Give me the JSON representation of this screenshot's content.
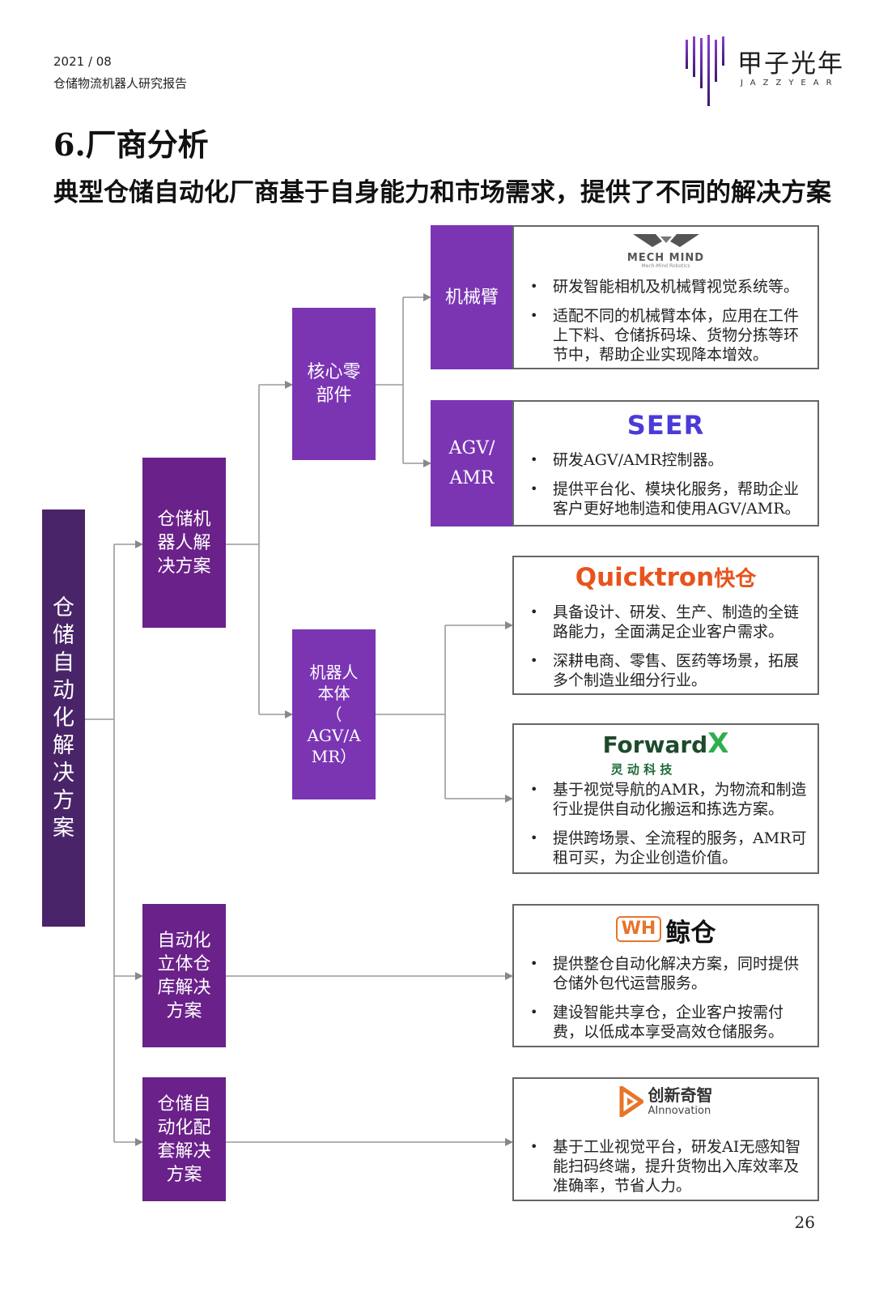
{
  "header": {
    "date": "2021 / 08",
    "report": "仓储物流机器人研究报告"
  },
  "brand": {
    "name_cn": "甲子光年",
    "name_en": "JAZZYEAR"
  },
  "section_title": "6.厂商分析",
  "subtitle": "典型仓储自动化厂商基于自身能力和市场需求，提供了不同的解决方案",
  "tree": {
    "root": "仓储自动化解决方案",
    "robot_solution": "仓储机\n器人解\n决方案",
    "stereo_warehouse": "自动化\n立体仓\n库解决\n方案",
    "supporting": "仓储自\n动化配\n套解决\n方案",
    "core_parts": "核心零\n部件",
    "robot_body": "机器人\n本体\n（\nAGV/A\nMR）",
    "arm": "机械臂",
    "agv": "AGV/\nAMR"
  },
  "vendors": {
    "mechmind": {
      "logo": "MECH MIND",
      "logo_tag": "Mech-Mind Robotics",
      "bullets": [
        "研发智能相机及机械臂视觉系统等。",
        "适配不同的机械臂本体，应用在工件上下料、仓储拆码垛、货物分拣等环节中，帮助企业实现降本增效。"
      ]
    },
    "seer": {
      "logo": "SEER",
      "bullets": [
        "研发AGV/AMR控制器。",
        "提供平台化、模块化服务，帮助企业客户更好地制造和使用AGV/AMR。"
      ]
    },
    "quicktron": {
      "logo_en": "Quicktron",
      "logo_cn": "快仓",
      "bullets": [
        "具备设计、研发、生产、制造的全链路能力，全面满足企业客户需求。",
        "深耕电商、零售、医药等场景，拓展多个制造业细分行业。"
      ]
    },
    "forwardx": {
      "logo_en": "Forward",
      "logo_x": "X",
      "logo_cn": "灵 动 科 技",
      "bullets": [
        "基于视觉导航的AMR，为物流和制造行业提供自动化搬运和拣选方案。",
        "提供跨场景、全流程的服务，AMR可租可买，为企业创造价值。"
      ]
    },
    "whale": {
      "logo_en": "WH",
      "logo_cn": "鲸仓",
      "bullets": [
        "提供整仓自动化解决方案，同时提供仓储外包代运营服务。",
        "建设智能共享仓，企业客户按需付费，以低成本享受高效仓储服务。"
      ]
    },
    "ainnovation": {
      "logo_cn": "创新奇智",
      "logo_en": "AInnovation",
      "bullets": [
        "基于工业视觉平台，研发AI无感知智能扫码终端，提升货物出入库效率及准确率，节省人力。"
      ]
    }
  },
  "colors": {
    "root": "#4a2468",
    "level2": "#6a2189",
    "level3": "#7b35b3",
    "quicktron": "#e8531c",
    "seer": "#4a3bd8",
    "forwardx": "#1e6b3a",
    "whale": "#e8742a"
  },
  "page_number": "26"
}
